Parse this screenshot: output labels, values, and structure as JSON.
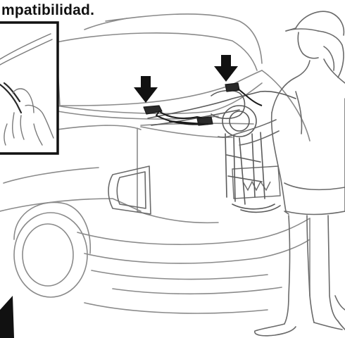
{
  "heading": {
    "text": "mpatibilidad."
  },
  "colors": {
    "line_art": "#7a7a7a",
    "dark_line": "#1a1a1a",
    "arrow": "#111111",
    "background": "#ffffff"
  },
  "figure": {
    "subject": "car-trunk-bike-rack-illustration",
    "arrows": [
      "down-arrow-left",
      "down-arrow-right"
    ],
    "inset": "hand-detail-inset"
  }
}
